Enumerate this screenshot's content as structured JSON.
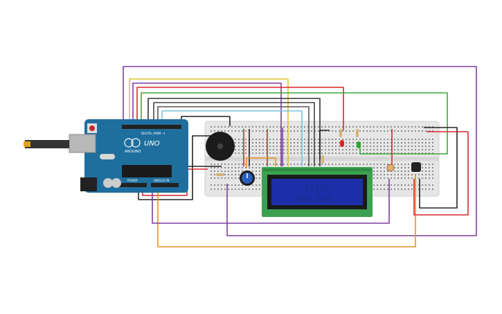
{
  "lcd": {
    "line1": "127°C",
    "line2": "Bom Dia"
  },
  "arduino": {
    "logo": "UNO",
    "brand": "ARDUINO",
    "power_label": "POWER",
    "analog_label": "ANALOG IN",
    "digital_label": "DIGITAL (PWM ~)"
  },
  "colors": {
    "wire_purple": "#7a3ea0",
    "wire_red": "#d8262b",
    "wire_yellow": "#e0c22a",
    "wire_green": "#3aa83a",
    "wire_orange": "#e6921e",
    "wire_black": "#222222",
    "wire_lightblue": "#78c0e0",
    "board": "#1f6f9e",
    "lcd_frame": "#3ba150",
    "lcd_screen": "#1c2fa8",
    "breadboard": "#e6e6e6"
  }
}
